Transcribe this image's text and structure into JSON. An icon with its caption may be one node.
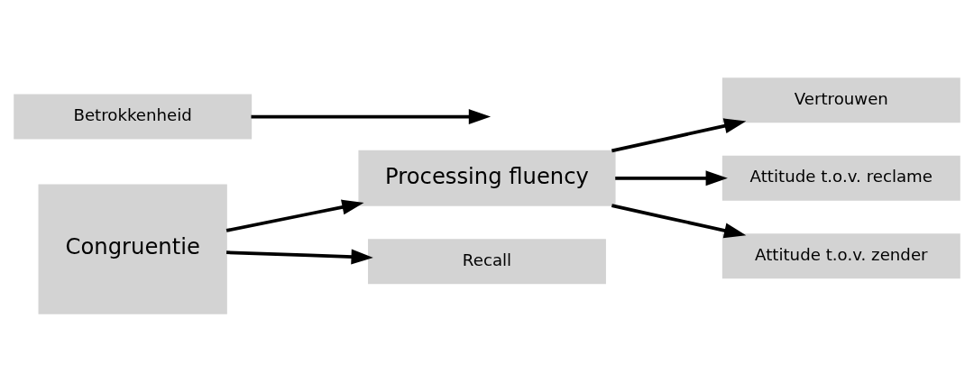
{
  "diagram": {
    "nodes": [
      {
        "text": [
          "Congruentie"
        ]
      },
      {
        "text": [
          "Processing fluency"
        ]
      },
      {
        "text": [
          "Vertrouwen"
        ]
      },
      {
        "text": [
          "Attitude t.o.v. reclame"
        ]
      },
      {
        "text": [
          "Attitude t.o.v. zender"
        ]
      },
      {
        "text": [
          "Recall"
        ]
      },
      {
        "text": [
          "Betrokkenheid"
        ]
      }
    ],
    "edges": [
      {
        "from": 0,
        "to": 1,
        "arrow": "to"
      },
      {
        "from": 1,
        "to": 2,
        "arrow": "to"
      },
      {
        "from": 1,
        "to": 3,
        "arrow": "to"
      },
      {
        "from": 1,
        "to": 4,
        "arrow": "to"
      },
      {
        "from": 0,
        "to": 5,
        "arrow": "to"
      },
      {
        "from": 6,
        "to": null,
        "arrow": "to"
      }
    ]
  }
}
